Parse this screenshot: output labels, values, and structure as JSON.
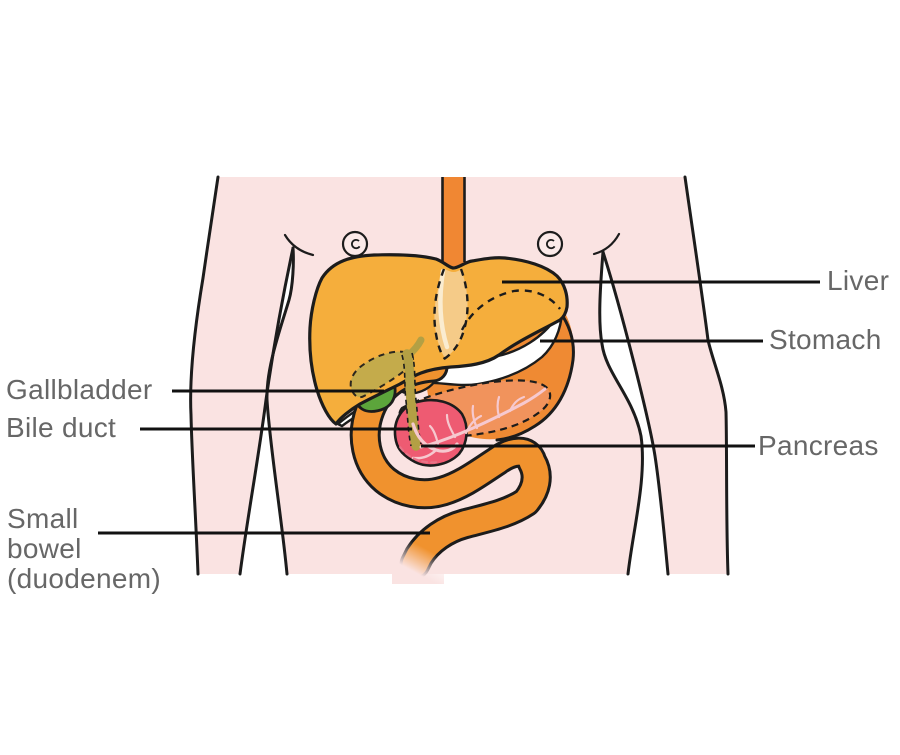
{
  "figure": {
    "description": "Front view of a human torso showing the upper digestive organs"
  },
  "labels": {
    "gallbladder": "Gallbladder",
    "bile_duct": "Bile duct",
    "small_bowel": {
      "line1": "Small",
      "line2": "bowel",
      "line3": "(duodenem)"
    },
    "liver": "Liver",
    "stomach": "Stomach",
    "pancreas": "Pancreas"
  },
  "colors": {
    "skin": "#fae3e2",
    "outline": "#1c1c1c",
    "liver": "#f5ae3c",
    "esophagus": "#f08733",
    "esophagus_hidden": "#f5d095",
    "esophagus_hidden_highlight": "#fbf0d8",
    "stomach": "#ef8a33",
    "duodenum": "#f0922e",
    "pancreas": "#f1935c",
    "pancreas_duct": "#f6c9cf",
    "pancreas_head": "#ee5b72",
    "gallbladder": "#5ca53b",
    "gallbladder_hidden": "#c0ab4d",
    "bile_duct": "#b3a044",
    "gap_fill": "#ffffff",
    "label_text": "#676767",
    "label_line": "#111111"
  }
}
